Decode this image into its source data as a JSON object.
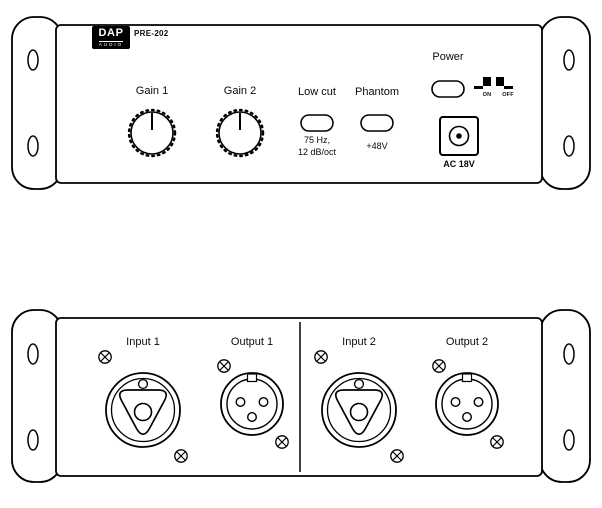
{
  "front_panel": {
    "logo": {
      "brand_top": "DAP",
      "brand_bottom": "AUDIO"
    },
    "model": "PRE-202",
    "controls": {
      "gain1_label": "Gain 1",
      "gain2_label": "Gain 2",
      "low_cut": {
        "label": "Low cut",
        "detail_line1": "75 Hz,",
        "detail_line2": "12 dB/oct"
      },
      "phantom": {
        "label": "Phantom",
        "detail": "+48V"
      },
      "power": {
        "label": "Power",
        "on": "ON",
        "off": "OFF"
      },
      "power_input_label": "AC 18V"
    }
  },
  "rear_panel": {
    "connectors": {
      "input1_label": "Input 1",
      "output1_label": "Output 1",
      "input2_label": "Input 2",
      "output2_label": "Output 2"
    }
  },
  "colors": {
    "line": "#000000",
    "background": "#ffffff"
  }
}
